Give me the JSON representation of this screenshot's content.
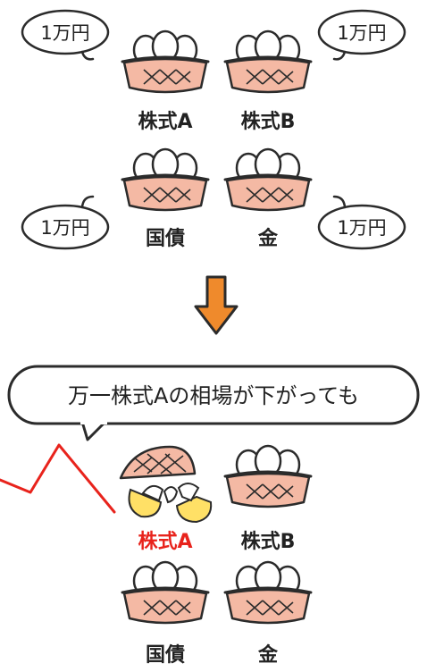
{
  "colors": {
    "basket_fill": "#f4b9a4",
    "outline": "#2b2b2b",
    "egg": "#ffffff",
    "yolk": "#ffe066",
    "arrow": "#ef8a2c",
    "crash_line": "#e8231c",
    "warning_label": "#e8231c"
  },
  "top": {
    "stock_a": "株式A",
    "stock_b": "株式B",
    "bond": "国債",
    "gold": "金",
    "bubble_stock_a": "1万円",
    "bubble_stock_b": "1万円",
    "bubble_bond": "1万円",
    "bubble_gold": "1万円"
  },
  "transition": {
    "icon": "arrow-down-icon"
  },
  "bottom": {
    "speech": "万一株式Aの相場が下がっても",
    "stock_a": "株式A",
    "stock_b": "株式B",
    "bond": "国債",
    "gold": "金"
  }
}
